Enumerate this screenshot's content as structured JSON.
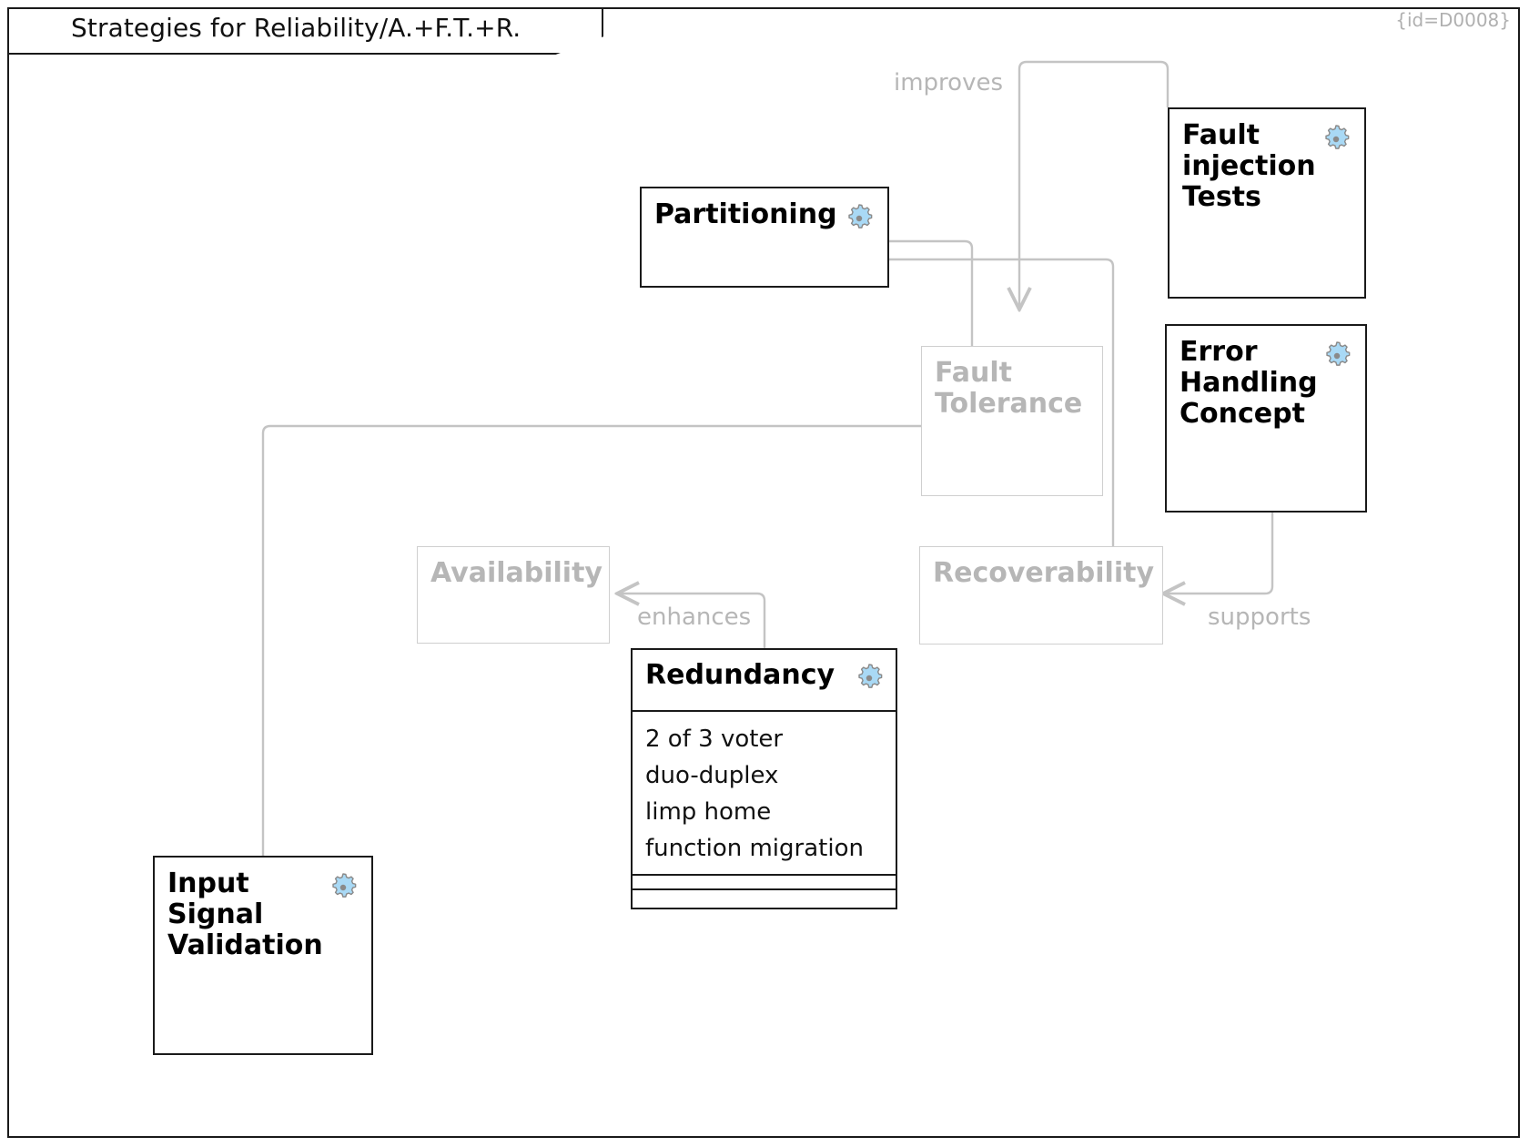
{
  "frame": {
    "title": "Strategies for Reliability/A.+F.T.+R.",
    "id_marker": "{id=D0008}"
  },
  "colors": {
    "gear_fill": "#a9d9f5",
    "gear_stroke": "#8a8a8a",
    "gear_hub": "#8a8a8a",
    "edge": "#c4c4c4",
    "ghost_text": "#b6b6b6",
    "ghost_border": "#cfcfcf",
    "solid_border": "#1a1a1a",
    "solid_text": "#000000"
  },
  "nodes": {
    "partitioning": {
      "title": "Partitioning",
      "icon": "gear-icon",
      "style": "solid"
    },
    "fault_injection_tests": {
      "title": "Fault\ninjection\nTests",
      "icon": "gear-icon",
      "style": "solid"
    },
    "error_handling_concept": {
      "title": "Error\nHandling\nConcept",
      "icon": "gear-icon",
      "style": "solid"
    },
    "fault_tolerance": {
      "title": "Fault\nTolerance",
      "style": "ghost"
    },
    "availability": {
      "title": "Availability",
      "style": "ghost"
    },
    "recoverability": {
      "title": "Recoverability",
      "style": "ghost"
    },
    "input_signal_validation": {
      "title": "Input\nSignal\nValidation",
      "icon": "gear-icon",
      "style": "solid"
    },
    "redundancy": {
      "title": "Redundancy",
      "icon": "gear-icon",
      "style": "solid",
      "items": [
        "2 of 3 voter",
        "duo-duplex",
        "limp home",
        "function migration"
      ]
    }
  },
  "edge_labels": {
    "improves": "improves",
    "enhances": "enhances",
    "supports": "supports"
  }
}
